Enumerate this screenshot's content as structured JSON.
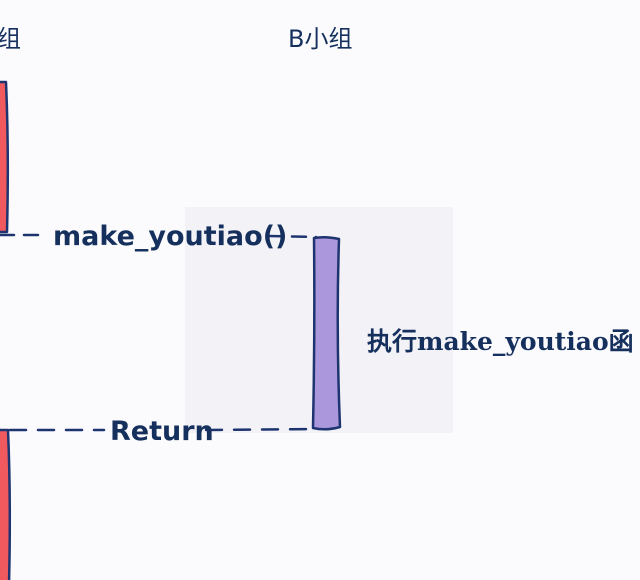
{
  "lanes": {
    "a_label": "组",
    "b_label": "B小组"
  },
  "messages": {
    "call": "make_youtiao()",
    "return": "Return"
  },
  "note": {
    "text": "执行make_youtiao函"
  },
  "colors": {
    "background": "#fbfbfd",
    "ink": "#16305e",
    "activation_a": "#f05a5f",
    "activation_b": "#ab97db",
    "highlight": "#f3f2f6"
  }
}
